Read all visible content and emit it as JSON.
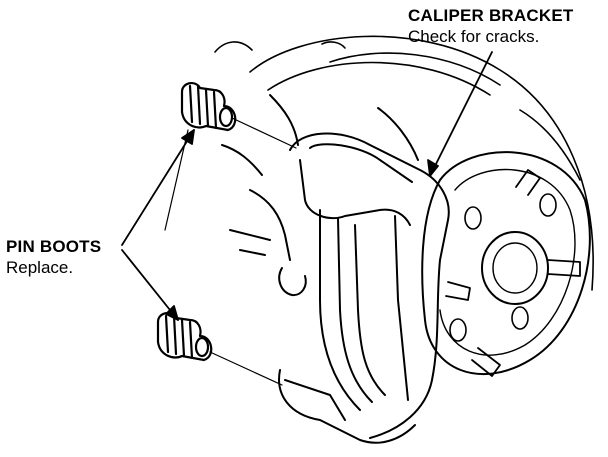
{
  "caliper_bracket": {
    "title": "CALIPER BRACKET",
    "note": "Check for cracks."
  },
  "pin_boots": {
    "title": "PIN BOOTS",
    "note": "Replace."
  },
  "colors": {
    "ink": "#000000",
    "paper": "#ffffff"
  },
  "icons": [
    "pin-boot-icon",
    "wheel-hub-icon",
    "brake-disc-icon",
    "caliper-bracket-icon"
  ]
}
